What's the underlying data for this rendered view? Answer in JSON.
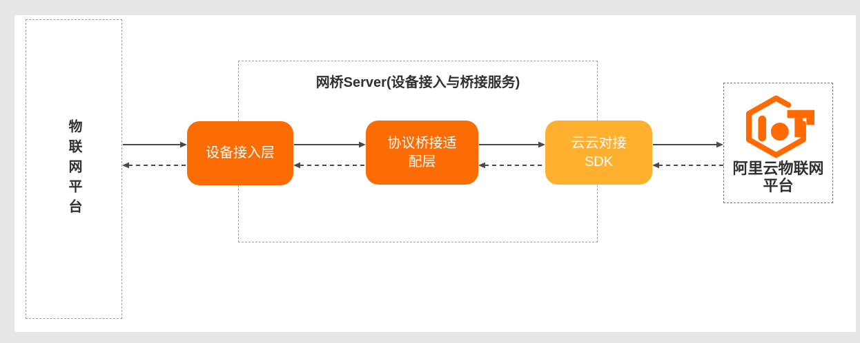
{
  "diagram": {
    "left_platform": {
      "label": "物联网平台"
    },
    "bridge_server": {
      "title": "网桥Server(设备接入与桥接服务)",
      "device_access": {
        "line1": "设备接入层",
        "line2": ""
      },
      "protocol_adapter": {
        "line1": "协议桥接适",
        "line2": "配层"
      },
      "cloud_sdk": {
        "line1": "云云对接",
        "line2": "SDK"
      }
    },
    "aliyun_platform": {
      "logo_icon": "aliyun-iot-logo",
      "line1": "阿里云物联网",
      "line2": "平台"
    }
  },
  "colors": {
    "brand_orange": "#fb6c05",
    "amber": "#ffb02e",
    "logo_orange": "#ff6a00",
    "arrow_gray": "#4a4a4a",
    "text_dark": "#303030",
    "dash_light": "#9b9b9b",
    "dash_dark": "#6e6e6e",
    "page_bg": "#e7e7e7",
    "card_bg": "#ffffff"
  }
}
